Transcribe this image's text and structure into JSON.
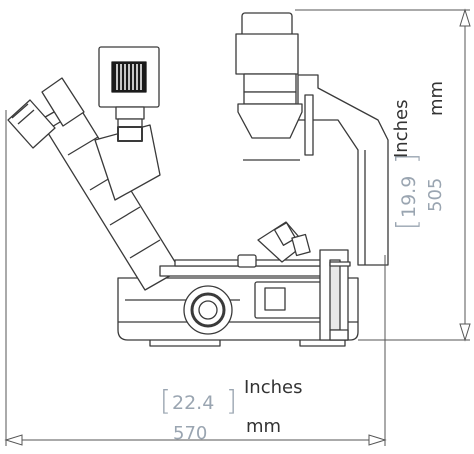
{
  "dimensions": {
    "width": {
      "bracket_value": "22.4",
      "value": "570",
      "unit_primary": "Inches",
      "unit_secondary": "mm"
    },
    "height": {
      "bracket_value": "19.9",
      "value": "505",
      "unit_primary": "Inches",
      "unit_secondary": "mm"
    }
  },
  "colors": {
    "line": "#3a3a3a",
    "dimension_line": "#555555",
    "dimension_text_gray": "#9aa5b1",
    "label_text": "#333333",
    "fill": "#ffffff",
    "dark": "#1a1a1a"
  },
  "device": {
    "name_icon": "inverted-microscope-icon"
  }
}
